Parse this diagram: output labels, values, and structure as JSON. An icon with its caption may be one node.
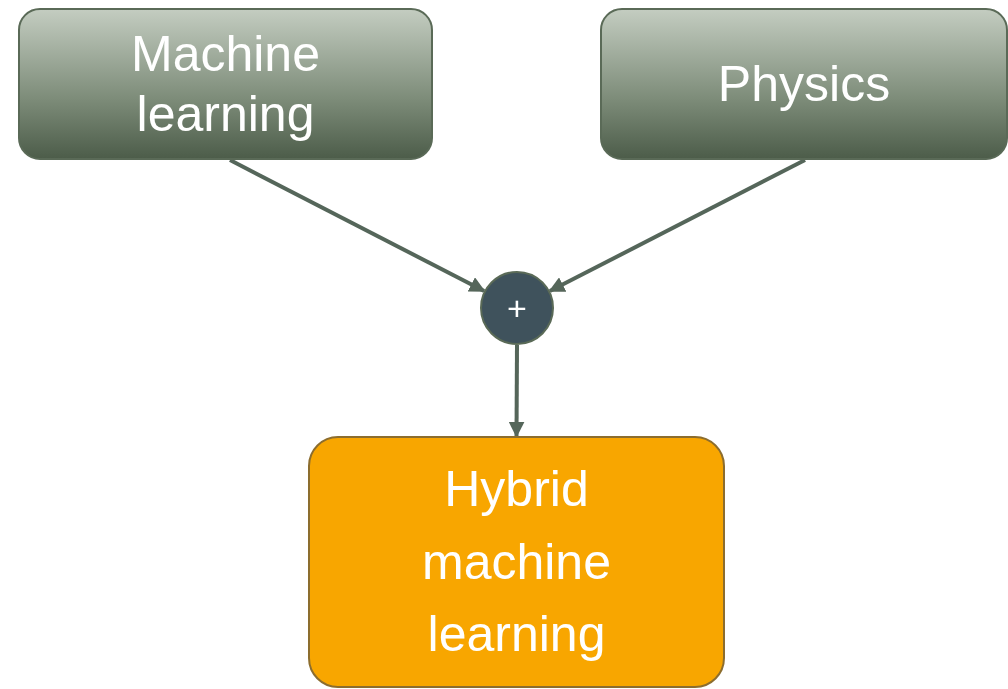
{
  "diagram": {
    "nodes": [
      {
        "text": [
          "Machine learning"
        ]
      },
      {
        "text": [
          "Physics"
        ]
      },
      {
        "text": [
          "+"
        ]
      },
      {
        "text": [
          "Hybrid machine learning"
        ]
      }
    ],
    "edges": [
      {
        "from": 0,
        "to": 2,
        "arrow": "to"
      },
      {
        "from": 1,
        "to": 2,
        "arrow": "to"
      },
      {
        "from": 2,
        "to": 3,
        "arrow": "to"
      }
    ]
  }
}
